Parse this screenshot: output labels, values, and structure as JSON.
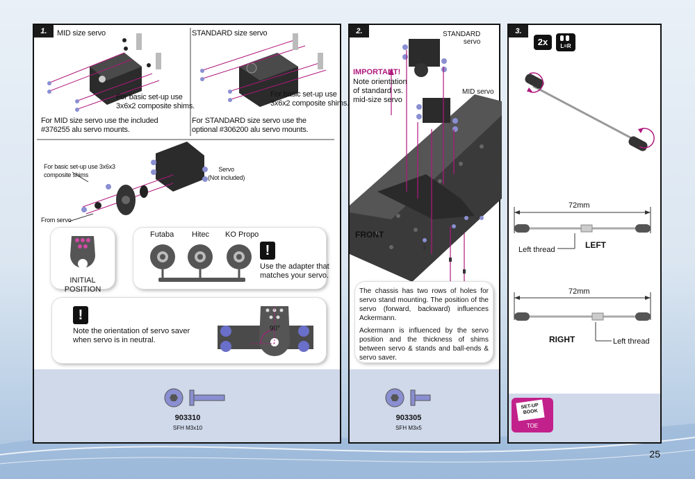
{
  "page_number": "25",
  "colors": {
    "accent": "#b0187d",
    "panel_border": "#111111",
    "footer": "#cfd9ea",
    "part_blue": "#8a8fd1"
  },
  "step1": {
    "badge": "1.",
    "mid_title": "MID size servo",
    "std_title": "STANDARD size servo",
    "mid_note_shims": "For basic set-up use\n3x6x2 composite shims.",
    "std_note_shims": "For basic set-up use\n3x6x2 composite shims.",
    "mid_mount_note": "For MID size servo use the included\n#376255 alu servo mounts.",
    "std_mount_note": "For STANDARD size servo use the\noptional #306200 alu servo mounts.",
    "saver_shims_note": "For basic set-up use 3x6x3\ncomposite shims",
    "servo_label": "Servo\n(Not included)",
    "from_servo": "From servo",
    "initial_position": "INITIAL POSITION",
    "adapters": [
      "Futaba",
      "Hitec",
      "KO Propo"
    ],
    "adapter_note": "Use the adapter that\nmatches your servo.",
    "orientation_note": "Note the orientation of servo saver\nwhen servo is in neutral.",
    "angle": "90°",
    "part_number": "903310",
    "part_name": "SFH M3x10"
  },
  "step2": {
    "badge": "2.",
    "standard_label": "STANDARD\nservo",
    "important": "IMPORTANT!",
    "important_note": "Note orientation\nof standard vs.\nmid-size servo",
    "mid_label": "MID servo",
    "front": "FRONT",
    "chassis_note": "The chassis has two rows of holes for servo stand mounting. The position of the servo (forward, backward) influences Ackermann.",
    "ackermann_note": "Ackermann is influenced by the servo position and the thickness of shims between servo & stands and ball-ends & servo saver.",
    "part_number": "903305",
    "part_name": "SFH M3x5"
  },
  "step3": {
    "badge": "3.",
    "qty": "2x",
    "lr_icon": "L=R",
    "length_left": "72mm",
    "left_thread": "Left thread",
    "left_label": "LEFT",
    "length_right": "72mm",
    "right_label": "RIGHT",
    "right_thread": "Left thread",
    "setup_book": "SET-UP\nBOOK",
    "toe": "TOE"
  }
}
